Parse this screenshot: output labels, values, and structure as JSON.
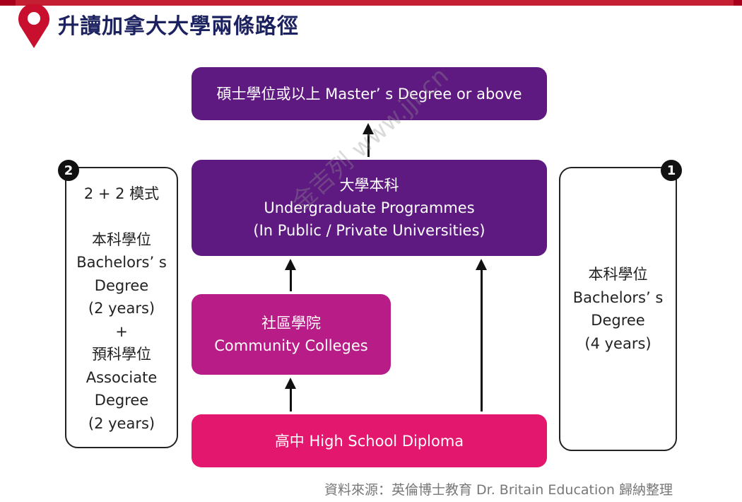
{
  "header": {
    "title": "升讀加拿大大學兩條路徑",
    "icon": "map-pin-icon"
  },
  "boxes": {
    "masters": "碩士學位或以上  Master’ s Degree or above",
    "undergrad": [
      "大學本科",
      "Undergraduate Programmes",
      "(In Public / Private Universities)"
    ],
    "community": [
      "社區學院",
      "Community Colleges"
    ],
    "highschool": "高中  High School Diploma"
  },
  "path2": {
    "badge": "2",
    "lines": [
      "2 + 2 模式",
      "",
      "本科學位",
      "Bachelors’ s",
      "Degree",
      "(2 years)",
      "+",
      "預科學位",
      "Associate",
      "Degree",
      "(2 years)"
    ]
  },
  "path1": {
    "badge": "1",
    "lines": [
      "本科學位",
      "Bachelors’ s",
      "Degree",
      "(4 years)"
    ]
  },
  "watermark": "金吉列 www.jjl.cn",
  "source": "資料來源：英倫博士教育 Dr. Britain Education 歸納整理",
  "colors": {
    "purple": "#5e1a80",
    "magenta": "#b71c87",
    "pink": "#e3176e",
    "title": "#1c2260",
    "accent": "#c41f33"
  }
}
